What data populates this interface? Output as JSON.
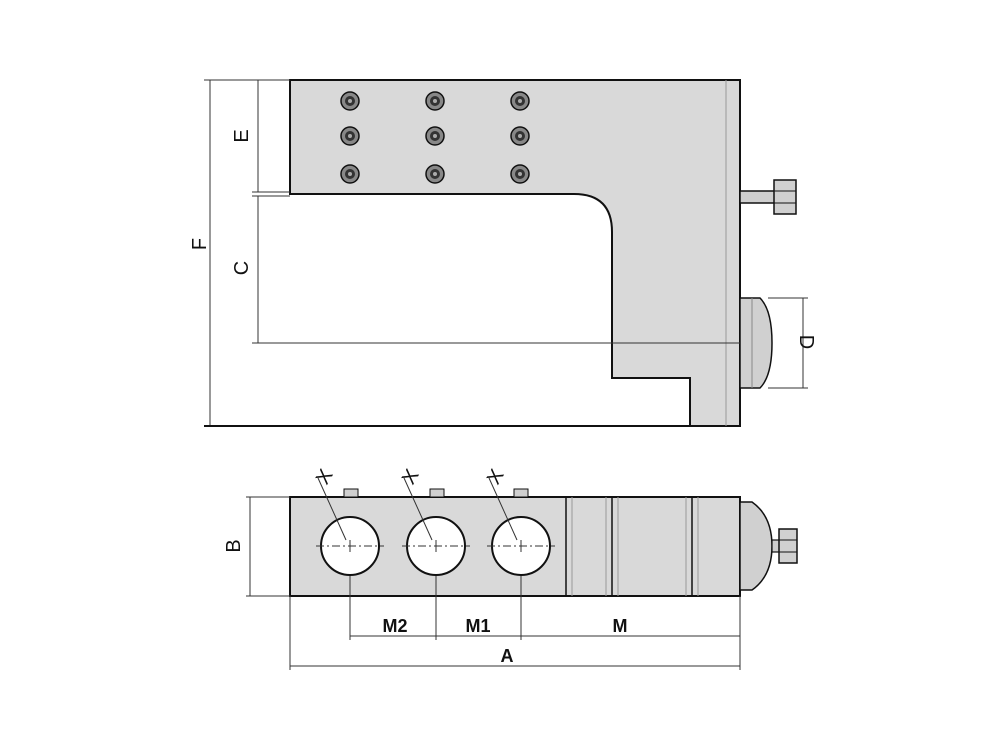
{
  "colors": {
    "body_fill": "#d9d9d9",
    "body_shade": "#cfcfcf",
    "outline": "#111111",
    "dim_line": "#333333",
    "background": "#ffffff"
  },
  "labels": {
    "E": "E",
    "C": "C",
    "F": "F",
    "D": "D",
    "B": "B",
    "X1": "X",
    "X2": "X",
    "X3": "X",
    "M2": "M2",
    "M1": "M1",
    "M": "M",
    "A": "A"
  },
  "icons": {
    "screw": "hex-socket-screw-icon",
    "bolt": "hex-bolt-icon",
    "hole": "bore-hole-icon"
  }
}
